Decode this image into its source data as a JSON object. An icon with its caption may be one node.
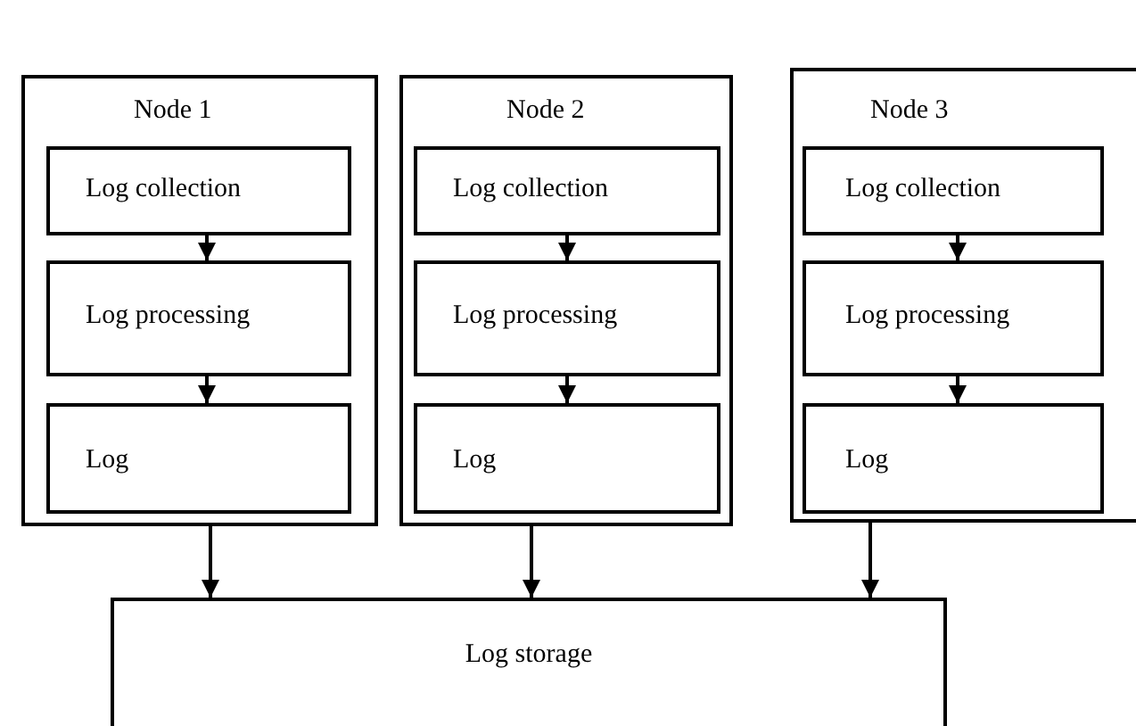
{
  "diagram": {
    "nodes": [
      {
        "text": [
          "Node 1"
        ]
      },
      {
        "text": [
          "Log collection"
        ],
        "in": 0
      },
      {
        "text": [
          "Log processing"
        ],
        "in": 0
      },
      {
        "text": [
          "Log"
        ],
        "in": 0
      },
      {
        "text": [
          "Node 2"
        ]
      },
      {
        "text": [
          "Log collection"
        ],
        "in": 4
      },
      {
        "text": [
          "Log processing"
        ],
        "in": 4
      },
      {
        "text": [
          "Log"
        ],
        "in": 4
      },
      {
        "text": [
          "Node 3"
        ]
      },
      {
        "text": [
          "Log collection"
        ],
        "in": 8
      },
      {
        "text": [
          "Log processing"
        ],
        "in": 8
      },
      {
        "text": [
          "Log"
        ],
        "in": 8
      },
      {
        "text": [
          "Log storage"
        ]
      }
    ],
    "edges": [
      {
        "from": 1,
        "to": 2,
        "arrow": "to"
      },
      {
        "from": 2,
        "to": 3,
        "arrow": "to"
      },
      {
        "from": 5,
        "to": 6,
        "arrow": "to"
      },
      {
        "from": 6,
        "to": 7,
        "arrow": "to"
      },
      {
        "from": 9,
        "to": 10,
        "arrow": "to"
      },
      {
        "from": 10,
        "to": 11,
        "arrow": "to"
      },
      {
        "from": 0,
        "to": 12,
        "arrow": "to"
      },
      {
        "from": 4,
        "to": 12,
        "arrow": "to"
      },
      {
        "from": 8,
        "to": 12,
        "arrow": "to"
      }
    ]
  }
}
